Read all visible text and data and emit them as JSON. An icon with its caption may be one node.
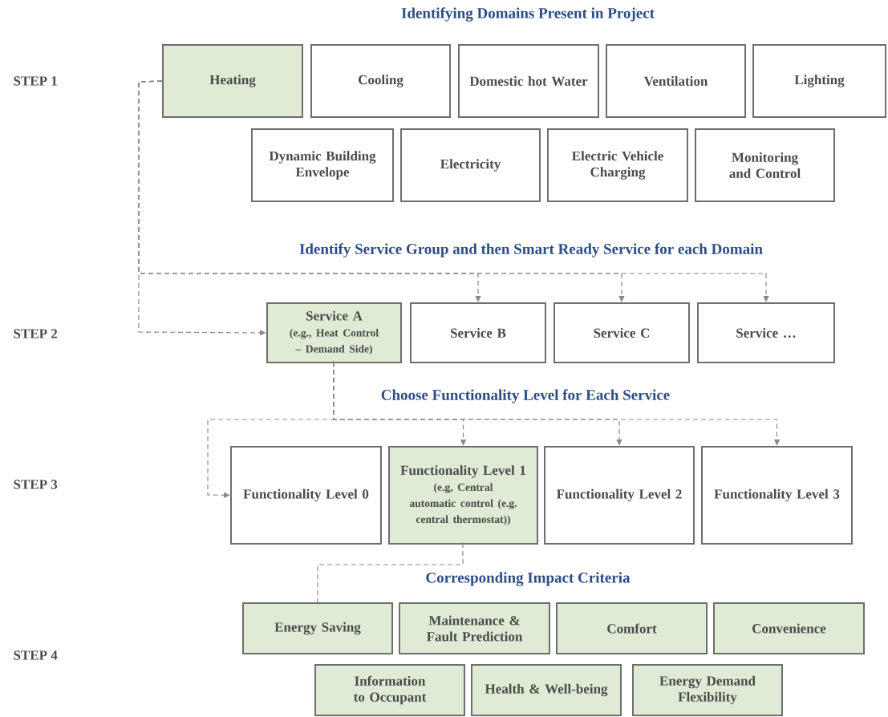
{
  "diagram": {
    "title": "Identifying Domains Present in Project",
    "nodes": [
      {
        "text": [
          "Heating"
        ]
      },
      {
        "text": [
          "Cooling"
        ]
      },
      {
        "text": [
          "Domestic hot Water"
        ]
      },
      {
        "text": [
          "Ventilation"
        ]
      },
      {
        "text": [
          "Lighting"
        ]
      },
      {
        "text": [
          "Dynamic Building Envelope"
        ]
      },
      {
        "text": [
          "Electricity"
        ]
      },
      {
        "text": [
          "Electric Vehicle Charging"
        ]
      },
      {
        "text": [
          "Monitoring and Control"
        ]
      },
      {
        "text": [
          "Service A",
          "(e.g., Heat Control – Demand Side)"
        ]
      },
      {
        "text": [
          "Service B"
        ]
      },
      {
        "text": [
          "Service C"
        ]
      },
      {
        "text": [
          "Service …"
        ]
      },
      {
        "text": [
          "Functionality Level 0"
        ]
      },
      {
        "text": [
          "Functionality Level 1",
          "(e.g, Central automatic control (e.g. central thermostat))"
        ]
      },
      {
        "text": [
          "Functionality Level 2"
        ]
      },
      {
        "text": [
          "Functionality Level 3"
        ]
      },
      {
        "text": [
          "Energy Saving"
        ]
      },
      {
        "text": [
          "Maintenance & Fault Prediction"
        ]
      },
      {
        "text": [
          "Comfort"
        ]
      },
      {
        "text": [
          "Convenience"
        ]
      },
      {
        "text": [
          "Information to Occupant"
        ]
      },
      {
        "text": [
          "Health & Well-being"
        ]
      },
      {
        "text": [
          "Energy Demand Flexibility"
        ]
      }
    ],
    "edges": [
      {
        "from": 0,
        "to": 9,
        "arrow": "to",
        "style": "dashed"
      },
      {
        "from": 0,
        "to": 10,
        "arrow": "to",
        "style": "dashed"
      },
      {
        "from": 0,
        "to": 11,
        "arrow": "to",
        "style": "dashed"
      },
      {
        "from": 0,
        "to": 12,
        "arrow": "to",
        "style": "dashed"
      },
      {
        "from": 9,
        "to": 13,
        "arrow": "to",
        "style": "dashed"
      },
      {
        "from": 9,
        "to": 14,
        "arrow": "to",
        "style": "dashed"
      },
      {
        "from": 9,
        "to": 15,
        "arrow": "to",
        "style": "dashed"
      },
      {
        "from": 9,
        "to": 16,
        "arrow": "to",
        "style": "dashed"
      },
      {
        "from": 14,
        "to": 17,
        "arrow": "none",
        "style": "dashed"
      }
    ],
    "labels": [
      "STEP 1",
      "Identify Service Group and then Smart Ready Service for each Domain",
      "STEP 2",
      "Choose Functionality Level for Each Service",
      "STEP 3",
      "Corresponding Impact Criteria",
      "STEP 4"
    ]
  }
}
